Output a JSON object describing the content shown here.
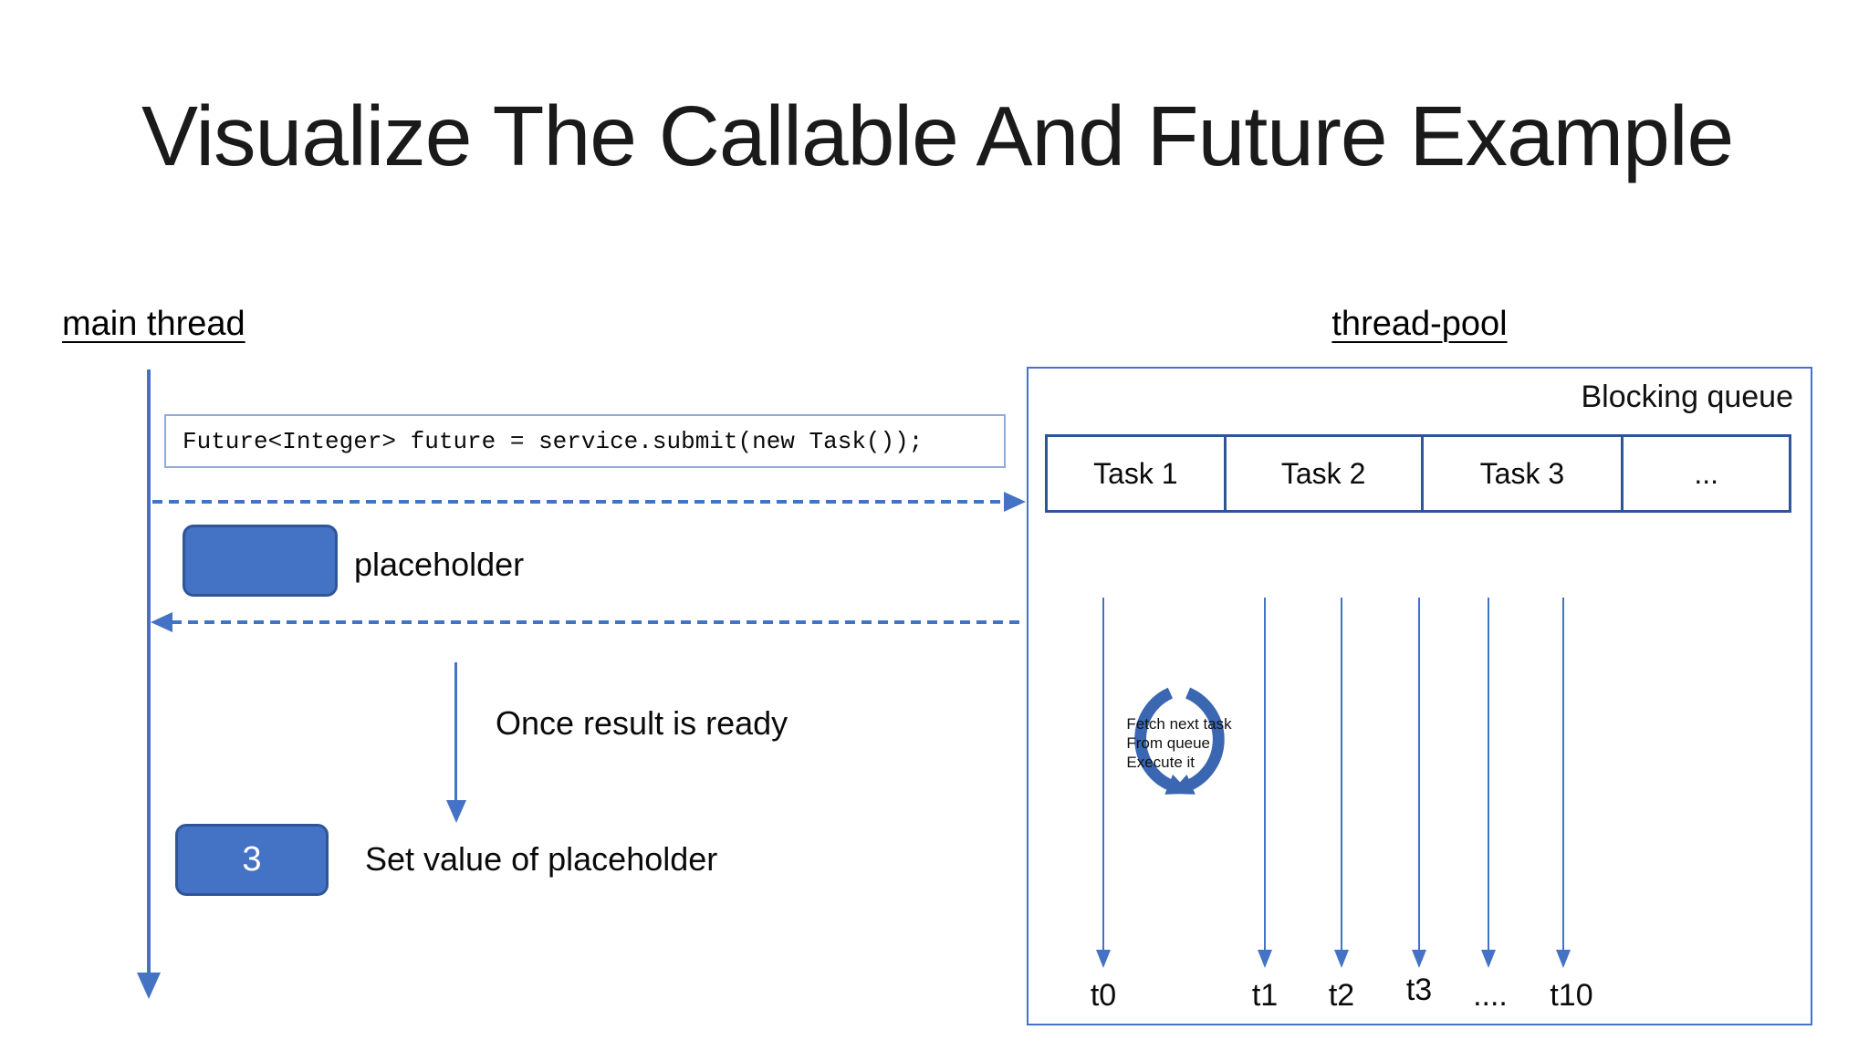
{
  "slide": {
    "title": "Visualize The Callable And Future Example"
  },
  "main_thread": {
    "label": "main thread",
    "code_line": "Future<Integer> future = service.submit(new Task());",
    "placeholder_label": "placeholder",
    "once_ready_label": "Once result is ready",
    "result_value": "3",
    "set_value_label": "Set value of placeholder"
  },
  "thread_pool": {
    "label": "thread-pool",
    "queue_title": "Blocking queue",
    "queue_cells": [
      "Task 1",
      "Task 2",
      "Task 3",
      "..."
    ],
    "cycle_text": [
      "Fetch next task",
      "From queue",
      "Execute it"
    ],
    "thread_labels": [
      "t0",
      "t1",
      "t2",
      "t3",
      "....",
      "t10"
    ]
  },
  "colors": {
    "accent": "#4472C4",
    "accent_dark": "#2F5597",
    "code_box_border": "#8FAADC",
    "cycle_icon": "#3A66B2"
  }
}
